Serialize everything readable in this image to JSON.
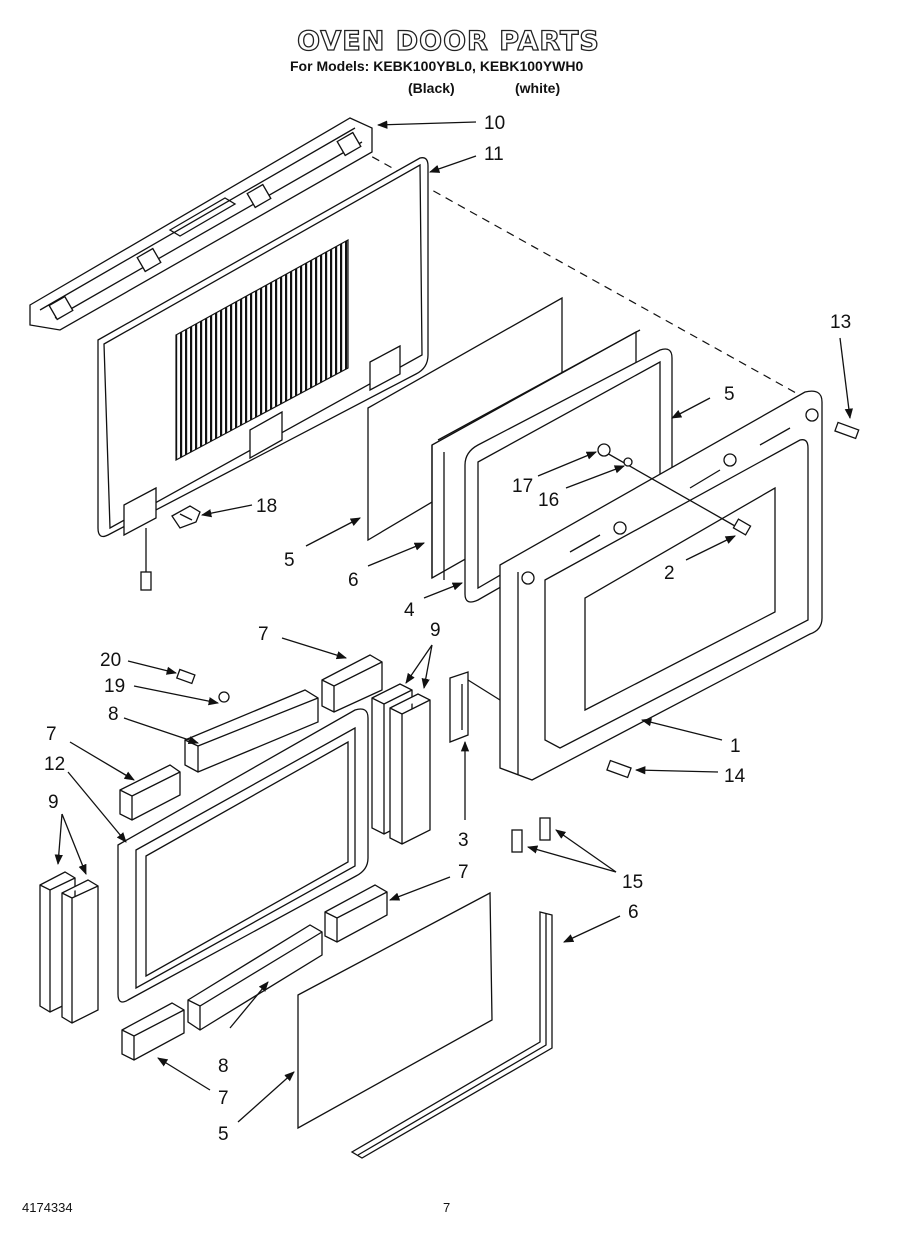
{
  "header": {
    "title": "OVEN DOOR PARTS",
    "models_line": "For Models: KEBK100YBL0, KEBK100YWH0",
    "variant_black": "(Black)",
    "variant_white": "(white)"
  },
  "callouts": [
    "10",
    "11",
    "13",
    "5",
    "17",
    "16",
    "18",
    "5",
    "6",
    "2",
    "4",
    "7",
    "9",
    "20",
    "19",
    "8",
    "7",
    "12",
    "1",
    "14",
    "3",
    "9",
    "7",
    "15",
    "6",
    "8",
    "7",
    "5"
  ],
  "footer": {
    "doc_number": "4174334",
    "page_number": "7"
  }
}
